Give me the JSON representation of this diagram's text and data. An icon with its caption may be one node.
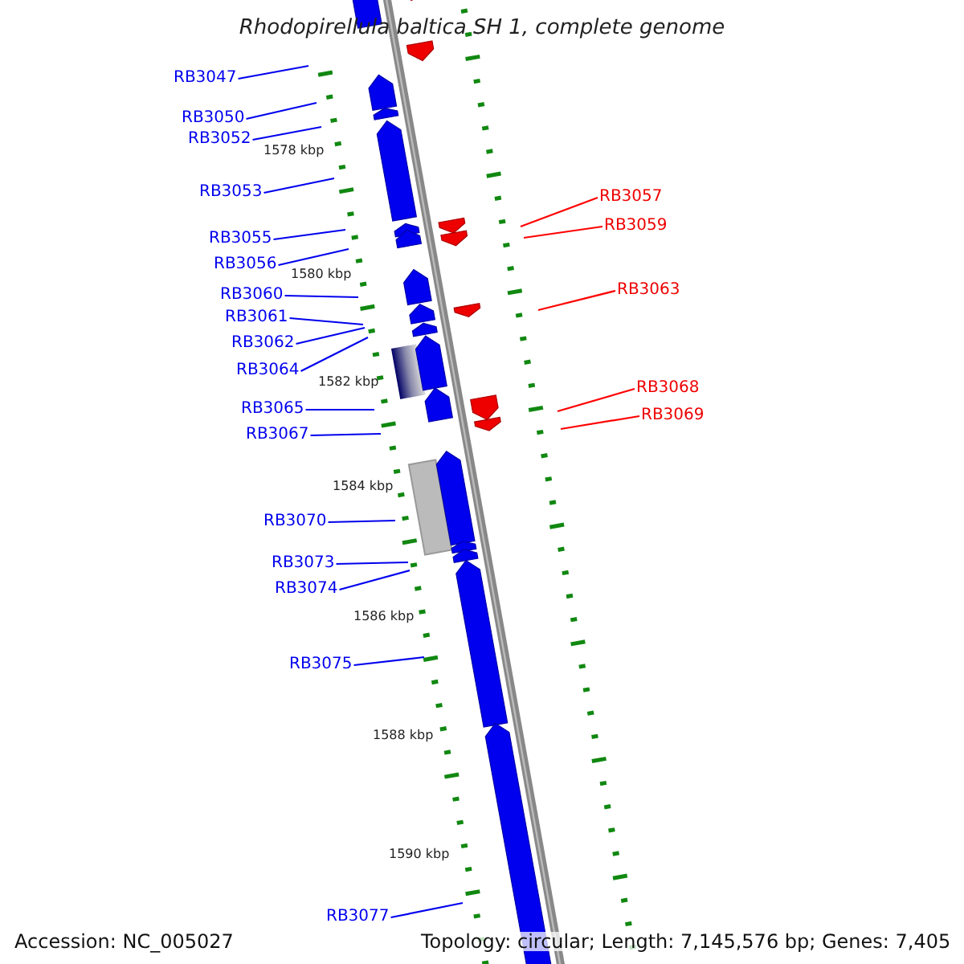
{
  "diagram": {
    "title": "Rhodopirellula baltica SH 1, complete genome",
    "nodes": [
      {
        "text": [
          "RB3047"
        ]
      },
      {
        "text": [
          "RB3050"
        ]
      },
      {
        "text": [
          "RB3052"
        ]
      },
      {
        "text": [
          "RB3053"
        ]
      },
      {
        "text": [
          "RB3057"
        ]
      },
      {
        "text": [
          "RB3059"
        ]
      },
      {
        "text": [
          "RB3055"
        ]
      },
      {
        "text": [
          "RB3056"
        ]
      },
      {
        "text": [
          "RB3063"
        ]
      },
      {
        "text": [
          "RB3060"
        ]
      },
      {
        "text": [
          "RB3061"
        ]
      },
      {
        "text": [
          "RB3062"
        ]
      },
      {
        "text": [
          "RB3064"
        ]
      },
      {
        "text": [
          "RB3068"
        ]
      },
      {
        "text": [
          "RB3065"
        ]
      },
      {
        "text": [
          "RB3069"
        ]
      },
      {
        "text": [
          "RB3067"
        ]
      },
      {
        "text": [
          "RB3070"
        ]
      },
      {
        "text": [
          "RB3073"
        ]
      },
      {
        "text": [
          "RB3074"
        ]
      },
      {
        "text": [
          "RB3075"
        ]
      },
      {
        "text": [
          "RB3077"
        ]
      }
    ],
    "edges": [
      {
        "from": 0,
        "to": null,
        "arrow": "none"
      },
      {
        "from": 1,
        "to": null,
        "arrow": "none"
      },
      {
        "from": 2,
        "to": null,
        "arrow": "none"
      },
      {
        "from": 3,
        "to": null,
        "arrow": "none"
      },
      {
        "from": 4,
        "to": null,
        "arrow": "none",
        "color": "#ff0000"
      },
      {
        "from": 5,
        "to": null,
        "arrow": "none",
        "color": "#ff0000"
      },
      {
        "from": 6,
        "to": null,
        "arrow": "none"
      },
      {
        "from": 7,
        "to": null,
        "arrow": "none"
      },
      {
        "from": 8,
        "to": null,
        "arrow": "none",
        "color": "#ff0000"
      },
      {
        "from": 9,
        "to": null,
        "arrow": "none"
      },
      {
        "from": 10,
        "to": null,
        "arrow": "none"
      },
      {
        "from": 11,
        "to": null,
        "arrow": "none"
      },
      {
        "from": 12,
        "to": null,
        "arrow": "none"
      },
      {
        "from": 13,
        "to": null,
        "arrow": "none",
        "color": "#ff0000"
      },
      {
        "from": 14,
        "to": null,
        "arrow": "none"
      },
      {
        "from": 15,
        "to": null,
        "arrow": "none",
        "color": "#ff0000"
      },
      {
        "from": 16,
        "to": null,
        "arrow": "none"
      },
      {
        "from": 17,
        "to": null,
        "arrow": "none"
      },
      {
        "from": 18,
        "to": null,
        "arrow": "none"
      },
      {
        "from": 19,
        "to": null,
        "arrow": "none"
      },
      {
        "from": 20,
        "to": null,
        "arrow": "none"
      },
      {
        "from": 21,
        "to": null,
        "arrow": "none"
      }
    ],
    "labels": [
      "1578 kbp",
      "1580 kbp",
      "1582 kbp",
      "1584 kbp",
      "1586 kbp",
      "1588 kbp",
      "1590 kbp",
      "Accession: NC_005027",
      "Topology: circular; Length: 7,145,576 bp; Genes: 7,405"
    ]
  }
}
